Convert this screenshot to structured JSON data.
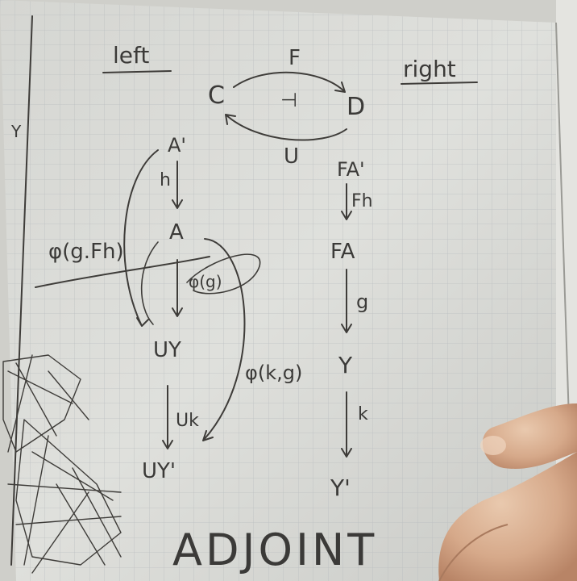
{
  "notes": {
    "left_heading": "left",
    "right_heading": "right",
    "functor_top": "F",
    "category_c": "C",
    "category_d": "D",
    "adjoint_symbol": "⊣",
    "functor_bottom": "U",
    "left_column": {
      "a_prime": "A'",
      "h": "h",
      "a": "A",
      "phi_g_fh": "φ(g.Fh)",
      "phi_g": "φ(g)",
      "uy": "UY",
      "uk": "Uk",
      "uy_prime": "UY'",
      "phi_k_g": "φ(k,g)"
    },
    "right_column": {
      "fa_prime": "FA'",
      "fh": "Fh",
      "fa": "FA",
      "g": "g",
      "y": "Y",
      "k": "k",
      "y_prime": "Y'"
    },
    "bottom_title": "ADJOINT"
  }
}
